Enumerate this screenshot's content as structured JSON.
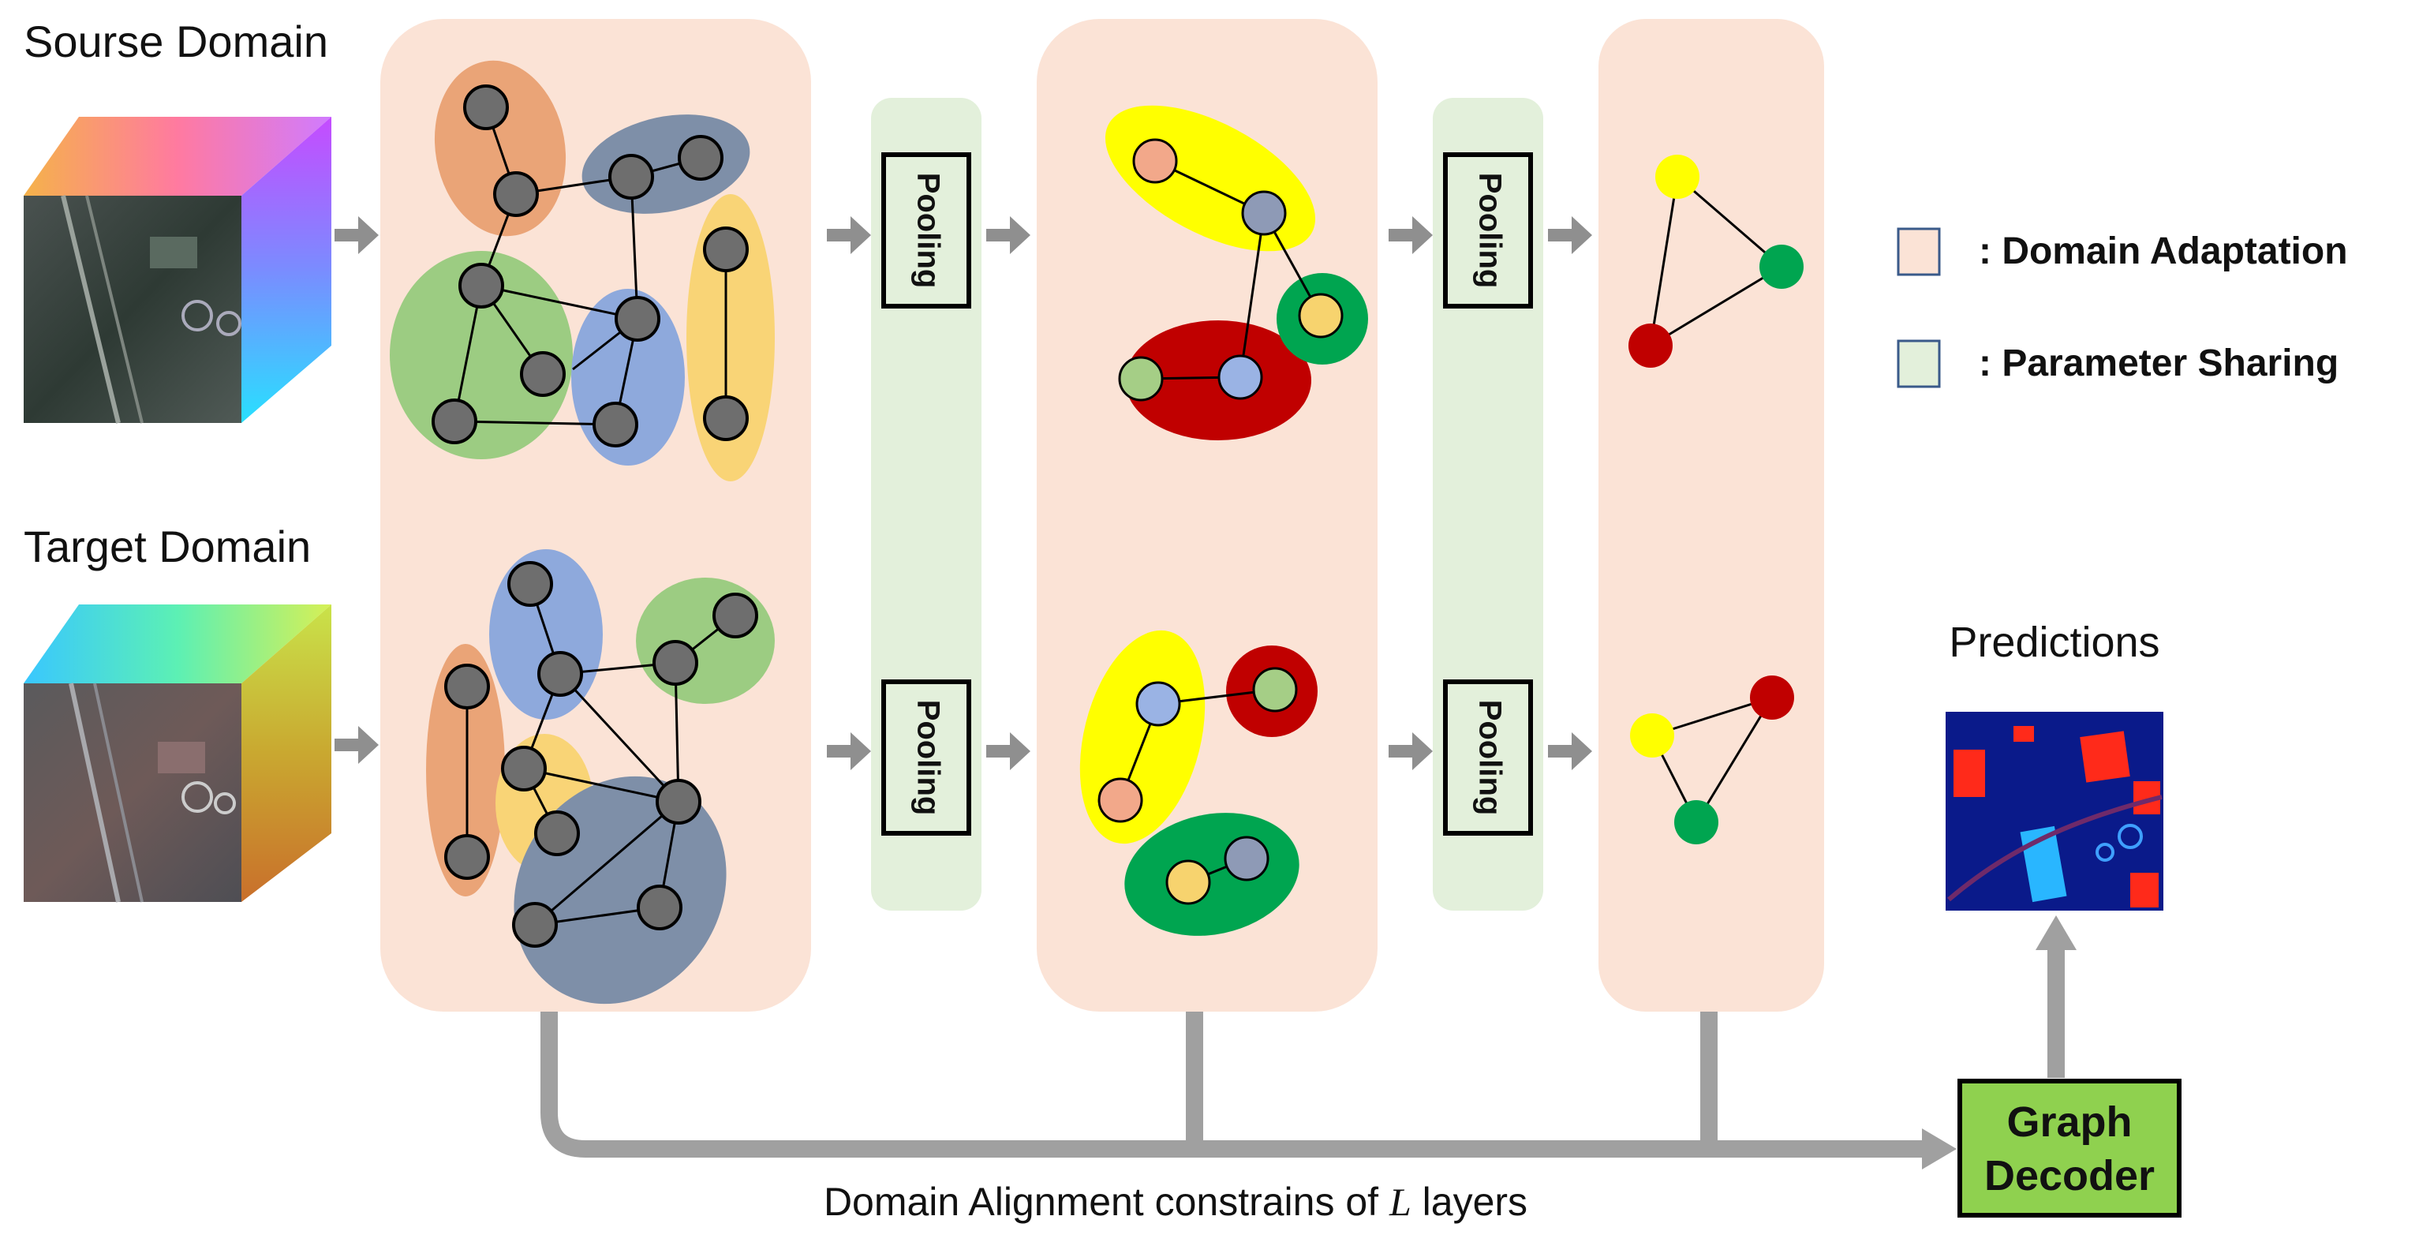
{
  "source_domain_label": "Sourse Domain",
  "target_domain_label": "Target Domain",
  "pooling_labels": [
    "Pooling",
    "Pooling",
    "Pooling",
    "Pooling"
  ],
  "legend": {
    "domain_adaptation": ": Domain Adaptation",
    "parameter_sharing": ": Parameter Sharing"
  },
  "predictions_label": "Predictions",
  "decoder": {
    "line1": "Graph",
    "line2": "Decoder"
  },
  "bottom_caption": {
    "before": "Domain Alignment constrains of ",
    "var": "L",
    "after": " layers"
  },
  "colors": {
    "domain_adaptation": "#fbe3d6",
    "parameter_sharing": "#e3f0db",
    "arrow": "#8f8f8f",
    "node": "#6e6e6e",
    "decoder": "#8fd14f"
  }
}
